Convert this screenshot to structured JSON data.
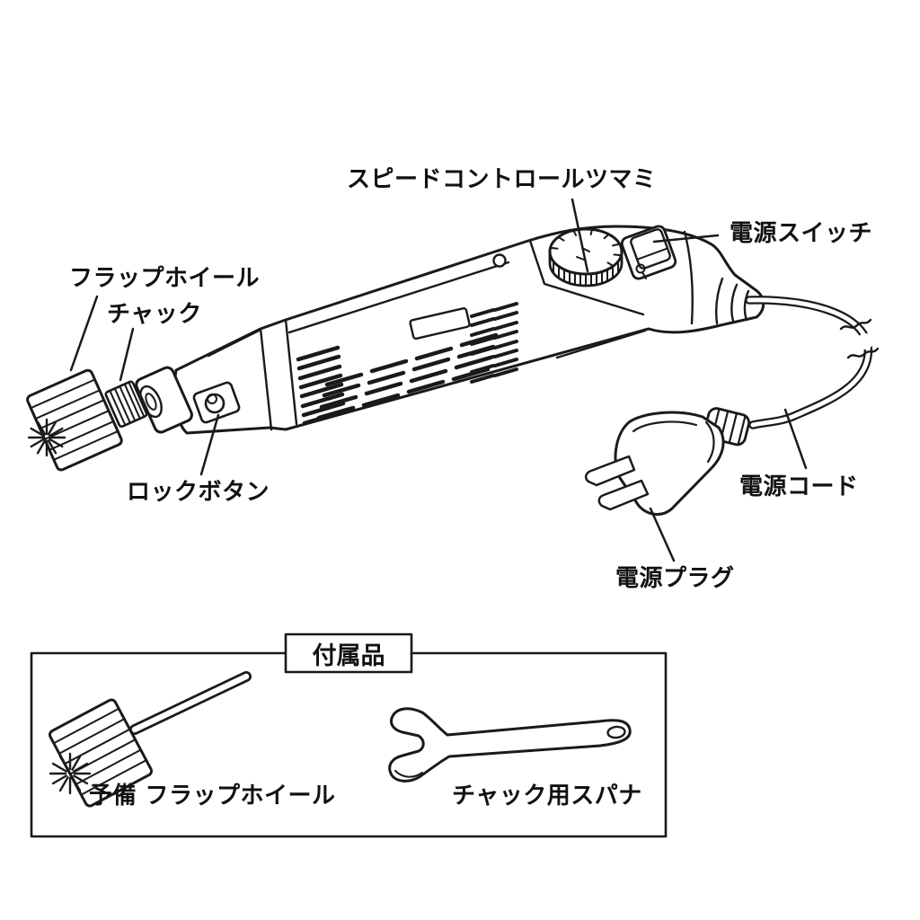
{
  "figure": {
    "type": "instruction-diagram",
    "subject": "electric rotary polishing tool with labeled parts",
    "background_color": "#ffffff",
    "line_color": "#1a1a1a",
    "text_color": "#111111"
  },
  "labels": {
    "speed_control_knob": "スピードコントロールツマミ",
    "power_switch": "電源スイッチ",
    "flap_wheel": "フラップホイール",
    "chuck": "チャック",
    "lock_button": "ロックボタン",
    "power_cord": "電源コード",
    "power_plug": "電源プラグ"
  },
  "accessories": {
    "box_title": "付属品",
    "items": [
      {
        "label": "予備 フラップホイール"
      },
      {
        "label": "チャック用スパナ"
      }
    ]
  }
}
